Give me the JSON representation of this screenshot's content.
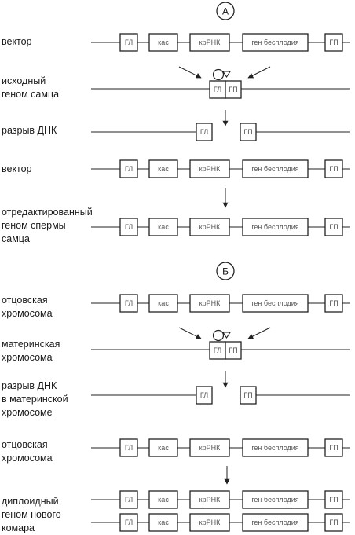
{
  "panels": [
    {
      "marker": "А",
      "rows": [
        {
          "label": [
            "вектор"
          ],
          "type": "construct"
        },
        {
          "label": [
            "исходный",
            "геном самца"
          ],
          "type": "cut"
        },
        {
          "label": [
            "разрыв ДНК"
          ],
          "type": "break"
        },
        {
          "label": [
            "вектор"
          ],
          "type": "construct"
        },
        {
          "label": [
            "отредактированный",
            "геном спермы",
            "самца"
          ],
          "type": "construct"
        }
      ]
    },
    {
      "marker": "Б",
      "rows": [
        {
          "label": [
            "отцовская",
            "хромосома"
          ],
          "type": "construct"
        },
        {
          "label": [
            "материнская",
            "хромосома"
          ],
          "type": "cut"
        },
        {
          "label": [
            "разрыв ДНК",
            "в материнской",
            "хромосоме"
          ],
          "type": "break"
        },
        {
          "label": [
            "отцовская",
            "хромосома"
          ],
          "type": "construct"
        },
        {
          "label": [
            "диплоидный",
            "геном нового",
            "комара"
          ],
          "type": "diploid"
        }
      ]
    }
  ],
  "elements": {
    "left_homology": "ГЛ",
    "cas": "кас",
    "crRNA": "крРНК",
    "sterility_gene": "ген бесплодия",
    "right_homology": "ГП"
  }
}
